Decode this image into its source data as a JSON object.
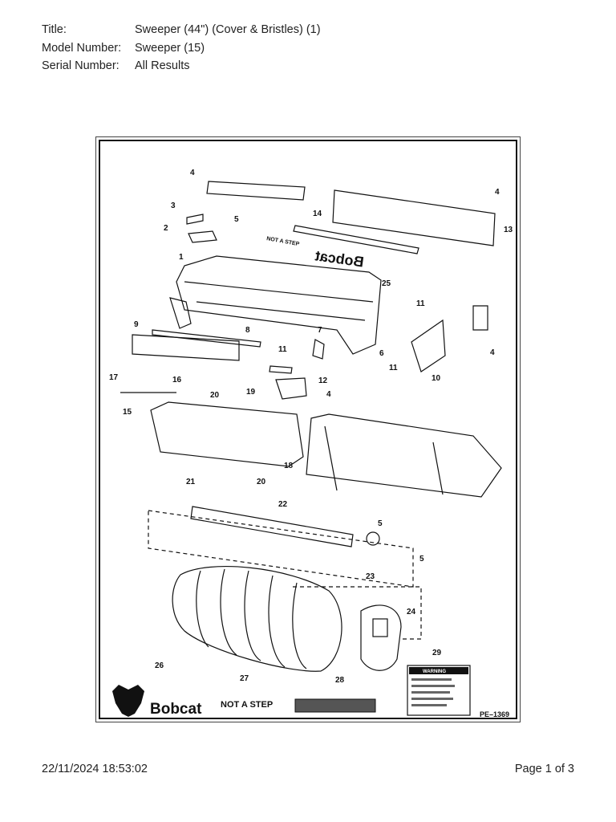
{
  "header": {
    "title_label": "Title:",
    "title_value": "Sweeper (44\") (Cover & Bristles) (1)",
    "model_label": "Model Number:",
    "model_value": "Sweeper (15)",
    "serial_label": "Serial Number:",
    "serial_value": "All Results"
  },
  "diagram": {
    "callouts": [
      "1",
      "2",
      "3",
      "4",
      "5",
      "6",
      "7",
      "8",
      "9",
      "10",
      "11",
      "12",
      "13",
      "14",
      "15",
      "16",
      "17",
      "18",
      "19",
      "20",
      "21",
      "22",
      "23",
      "24",
      "25",
      "26",
      "27",
      "28",
      "29"
    ],
    "stencil_text": "NOT A STEP",
    "mirror_logo_text": "Bobcat",
    "decal_text": "NOT A STEP",
    "warning_title": "WARNING",
    "brand": "Bobcat",
    "drawing_number": "PE–1369"
  },
  "footer": {
    "timestamp": "22/11/2024 18:53:02",
    "page": "Page 1 of 3"
  }
}
